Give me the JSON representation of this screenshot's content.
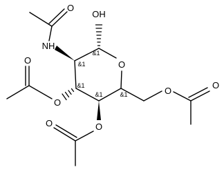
{
  "molecule": {
    "atoms": {
      "hydroxyl": "OH",
      "ring_oxygen": "O",
      "amide_nh": "NH",
      "amide_carbonyl_o": "O",
      "ester3_ether_o": "O",
      "ester3_carbonyl_o": "O",
      "ester4_ether_o": "O",
      "ester4_carbonyl_o": "O",
      "ester6_ether_o": "O",
      "ester6_carbonyl_o": "O"
    },
    "stereo": {
      "c1": "&1",
      "c2": "&1",
      "c3": "&1",
      "c4": "&1",
      "c5": "&1"
    }
  },
  "colors": {
    "bond": "#000000",
    "background": "#ffffff"
  }
}
